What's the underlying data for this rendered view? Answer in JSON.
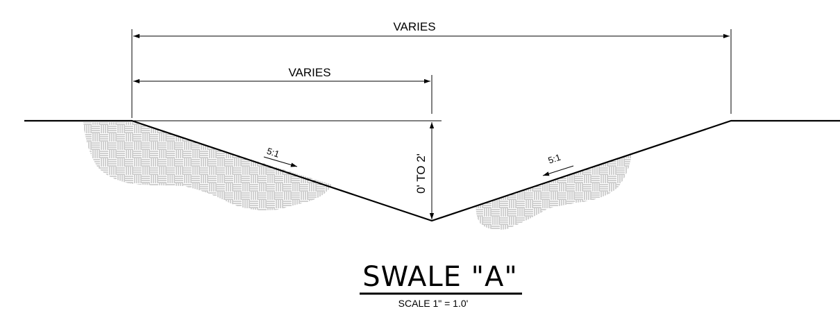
{
  "dimensions": {
    "overall_width": "VARIES",
    "half_width": "VARIES",
    "depth": "0' TO 2'"
  },
  "slopes": {
    "left": "5:1",
    "right": "5:1"
  },
  "title": {
    "name": "SWALE \"A\"",
    "scale": "SCALE 1\" = 1.0'"
  },
  "colors": {
    "line": "#000000",
    "hatch": "#8a8a8a",
    "background": "#ffffff"
  }
}
